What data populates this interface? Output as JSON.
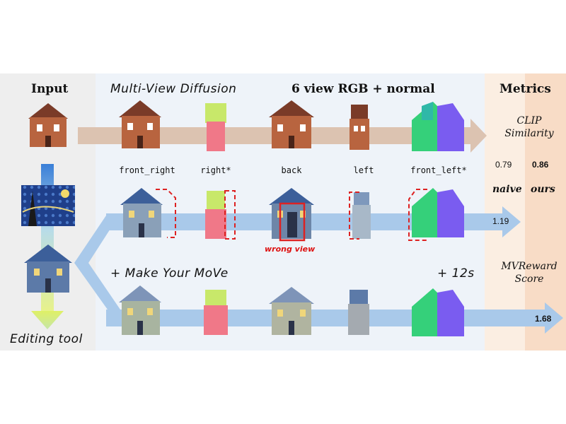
{
  "headers": {
    "input": "Input",
    "multiview": "Multi-View Diffusion",
    "rgb_normal": "6 view RGB + normal",
    "metrics": "Metrics"
  },
  "view_labels": [
    "front_right",
    "right*",
    "back",
    "left",
    "front_left*"
  ],
  "metrics": {
    "clip_title": "CLIP Similarity",
    "clip_naive": "0.79",
    "clip_ours": "0.86",
    "naive_label": "naive",
    "ours_label": "ours",
    "naive_reward": "1.19",
    "mvreward_title": "MVReward Score",
    "ours_reward": "1.68"
  },
  "annotations": {
    "wrong_view": "wrong view",
    "make_your_move": "+ Make Your MoVe",
    "time_cost": "+ 12s",
    "editing_tool": "Editing tool"
  },
  "colors": {
    "brick": "#b8643f",
    "roof_brick": "#7a3b28",
    "blue_arrow": "#a9c9ea",
    "brown_arrow": "#dcc3b1",
    "normal_green": "#35d07a",
    "normal_purple": "#7a5cf0",
    "normal_red": "#f07888",
    "normal_lime": "#c8e86a",
    "dash_red": "#dd2222"
  }
}
